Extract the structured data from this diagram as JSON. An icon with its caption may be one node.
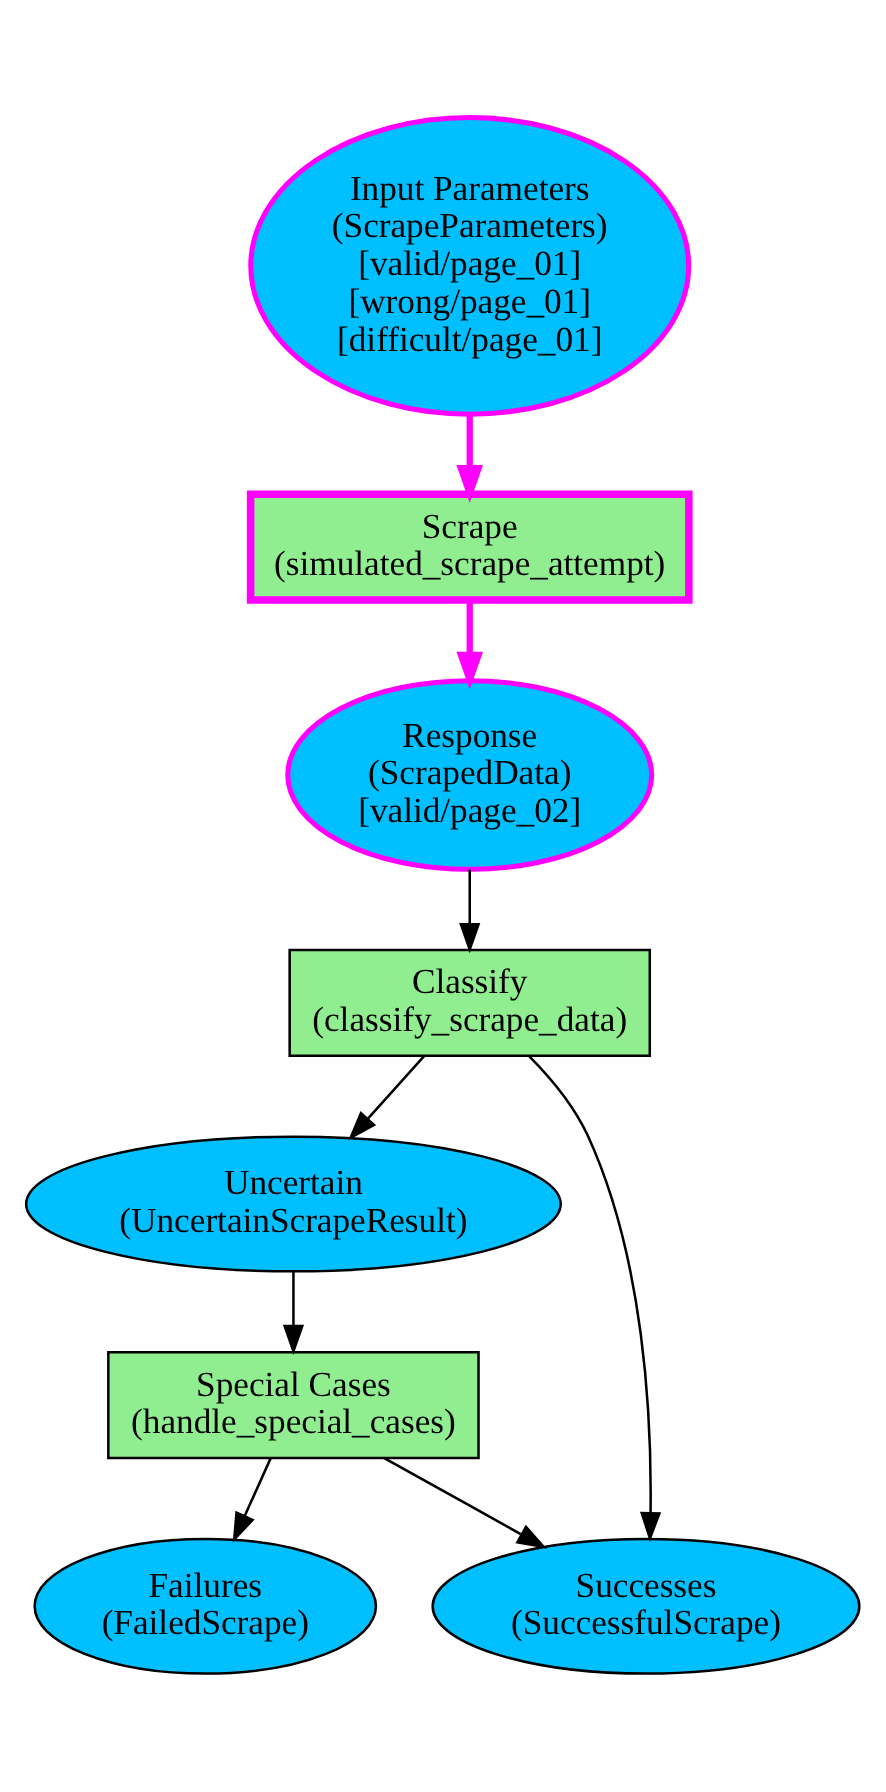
{
  "diagram": {
    "nodes": [
      {
        "text": [
          "Input Parameters",
          "(ScrapeParameters)",
          "[valid/page_01]",
          "[wrong/page_01]",
          "[difficult/page_01]"
        ]
      },
      {
        "text": [
          "Scrape",
          "(simulated_scrape_attempt)"
        ]
      },
      {
        "text": [
          "Response",
          "(ScrapedData)",
          "[valid/page_02]"
        ]
      },
      {
        "text": [
          "Classify",
          "(classify_scrape_data)"
        ]
      },
      {
        "text": [
          "Uncertain",
          "(UncertainScrapeResult)"
        ]
      },
      {
        "text": [
          "Special Cases",
          "(handle_special_cases)"
        ]
      },
      {
        "text": [
          "Failures",
          "(FailedScrape)"
        ]
      },
      {
        "text": [
          "Successes",
          "(SuccessfulScrape)"
        ]
      }
    ],
    "edges": [
      {
        "from": 0,
        "to": 1,
        "arrow": "to",
        "style": "thick",
        "color": "#ff00ff"
      },
      {
        "from": 1,
        "to": 2,
        "arrow": "to",
        "style": "thick",
        "color": "#ff00ff"
      },
      {
        "from": 2,
        "to": 3,
        "arrow": "to"
      },
      {
        "from": 3,
        "to": 4,
        "arrow": "to"
      },
      {
        "from": 3,
        "to": 7,
        "arrow": "to"
      },
      {
        "from": 4,
        "to": 5,
        "arrow": "to"
      },
      {
        "from": 5,
        "to": 6,
        "arrow": "to"
      },
      {
        "from": 5,
        "to": 7,
        "arrow": "to"
      }
    ]
  }
}
